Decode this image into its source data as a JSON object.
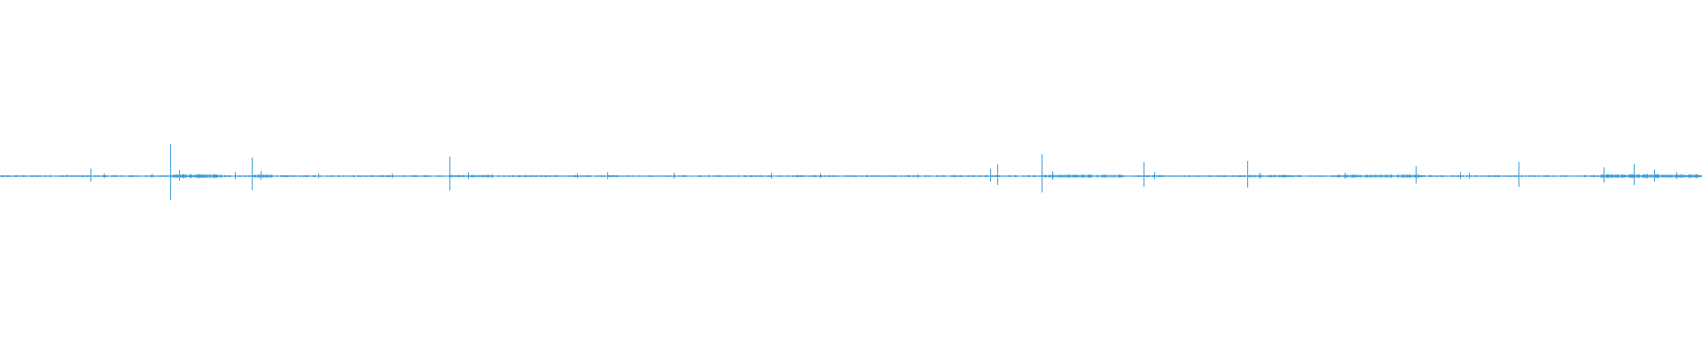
{
  "waveform": {
    "color": "#3c9ddf",
    "background": "#ffffff",
    "noise_level": 0.03,
    "spikes": [
      {
        "t": 0.039,
        "amp": 0.05
      },
      {
        "t": 0.053,
        "amp": 0.22
      },
      {
        "t": 0.061,
        "amp": 0.08
      },
      {
        "t": 0.089,
        "amp": 0.07
      },
      {
        "t": 0.1,
        "amp": 0.95
      },
      {
        "t": 0.105,
        "amp": 0.18
      },
      {
        "t": 0.138,
        "amp": 0.12
      },
      {
        "t": 0.148,
        "amp": 0.55
      },
      {
        "t": 0.153,
        "amp": 0.15
      },
      {
        "t": 0.187,
        "amp": 0.08
      },
      {
        "t": 0.23,
        "amp": 0.08
      },
      {
        "t": 0.264,
        "amp": 0.58
      },
      {
        "t": 0.275,
        "amp": 0.12
      },
      {
        "t": 0.339,
        "amp": 0.08
      },
      {
        "t": 0.357,
        "amp": 0.12
      },
      {
        "t": 0.396,
        "amp": 0.1
      },
      {
        "t": 0.453,
        "amp": 0.1
      },
      {
        "t": 0.482,
        "amp": 0.08
      },
      {
        "t": 0.539,
        "amp": 0.06
      },
      {
        "t": 0.582,
        "amp": 0.22
      },
      {
        "t": 0.586,
        "amp": 0.35
      },
      {
        "t": 0.612,
        "amp": 0.65
      },
      {
        "t": 0.618,
        "amp": 0.14
      },
      {
        "t": 0.672,
        "amp": 0.42
      },
      {
        "t": 0.678,
        "amp": 0.12
      },
      {
        "t": 0.733,
        "amp": 0.45
      },
      {
        "t": 0.74,
        "amp": 0.1
      },
      {
        "t": 0.79,
        "amp": 0.1
      },
      {
        "t": 0.832,
        "amp": 0.3
      },
      {
        "t": 0.858,
        "amp": 0.12
      },
      {
        "t": 0.863,
        "amp": 0.1
      },
      {
        "t": 0.892,
        "amp": 0.42
      },
      {
        "t": 0.942,
        "amp": 0.26
      },
      {
        "t": 0.96,
        "amp": 0.36
      },
      {
        "t": 0.972,
        "amp": 0.2
      },
      {
        "t": 0.985,
        "amp": 0.12
      }
    ],
    "busy_regions": [
      {
        "from": 0.1,
        "to": 0.13,
        "amp": 0.06
      },
      {
        "from": 0.148,
        "to": 0.16,
        "amp": 0.05
      },
      {
        "from": 0.264,
        "to": 0.29,
        "amp": 0.04
      },
      {
        "from": 0.612,
        "to": 0.66,
        "amp": 0.05
      },
      {
        "from": 0.733,
        "to": 0.76,
        "amp": 0.04
      },
      {
        "from": 0.785,
        "to": 0.835,
        "amp": 0.05
      },
      {
        "from": 0.94,
        "to": 1.0,
        "amp": 0.06
      }
    ]
  }
}
